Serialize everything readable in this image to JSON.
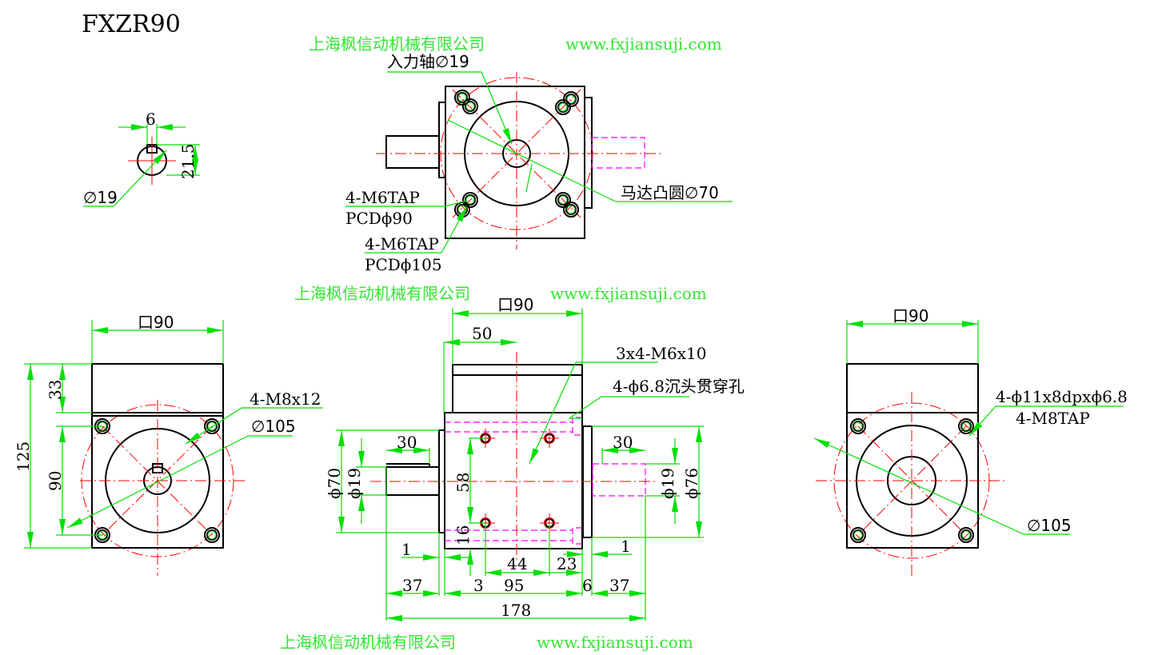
{
  "title": "FXZR90",
  "watermark": {
    "company": "上海枫信动机械有限公司",
    "url": "www.fxjiansuji.com"
  },
  "key_detail": {
    "key_width": "6",
    "key_height": "21.5",
    "shaft_dia": "∅19"
  },
  "top_view": {
    "input_shaft": "入力轴∅19",
    "tap_inner": "4-M6TAP",
    "pcd_inner": "PCDϕ90",
    "tap_outer": "4-M6TAP",
    "pcd_outer": "PCDϕ105",
    "motor_boss": "马达凸圆∅70"
  },
  "left_view": {
    "square": "口90",
    "dim_33": "33",
    "dim_125": "125",
    "dim_90": "90",
    "thread": "4-M8x12",
    "pcd": "∅105"
  },
  "front_view": {
    "square": "口90",
    "dim_50": "50",
    "thread_note": "3x4-M6x10",
    "hole_note": "4-ϕ6.8沉头贯穿孔",
    "left_shaft_len": "30",
    "flange_dia": "ϕ70",
    "left_shaft_dia": "ϕ19",
    "dim_58": "58",
    "dim_16": "16",
    "dim_1_left": "1",
    "dim_44": "44",
    "dim_23": "23",
    "dim_1_right": "1",
    "dim_37_left": "37",
    "dim_3": "3",
    "dim_95": "95",
    "dim_6": "6",
    "dim_37_right": "37",
    "dim_178": "178",
    "right_shaft_len": "30",
    "right_shaft_dia": "ϕ19",
    "right_flange_dia": "ϕ76"
  },
  "right_view": {
    "square": "口90",
    "counterbore": "4-ϕ11x8dpxϕ6.8",
    "tap": "4-M8TAP",
    "pcd": "∅105"
  },
  "colors": {
    "dimension": "#00e000",
    "centerline": "#ff0000",
    "hidden": "#ff00ff",
    "outline": "#000000",
    "watermark": "#33e633"
  }
}
